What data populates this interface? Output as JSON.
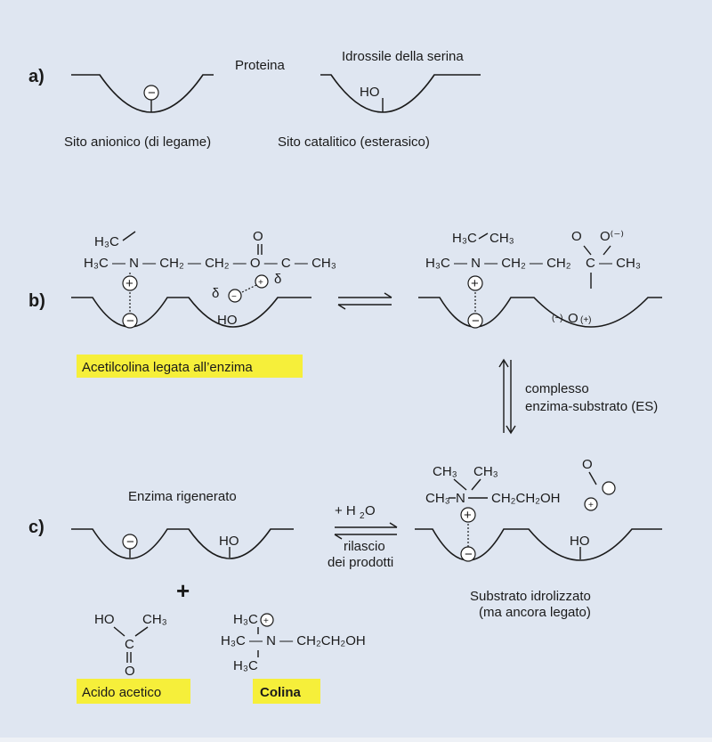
{
  "panels": {
    "a": "a)",
    "b": "b)",
    "c": "c)"
  },
  "labels": {
    "proteina": "Proteina",
    "idrossile": "Idrossile della serina",
    "sito_anionico": "Sito anionico (di legame)",
    "sito_catalitico": "Sito catalitico (esterasico)",
    "complesso_line1": "complesso",
    "complesso_line2": "enzima-substrato (ES)",
    "enzima_rigenerato": "Enzima rigenerato",
    "acqua": "+ H",
    "acqua_sub": "2",
    "acqua_o": "O",
    "rilascio_line1": "rilascio",
    "rilascio_line2": "dei prodotti",
    "substrato_line1": "Substrato idrolizzato",
    "substrato_line2": "(ma ancora legato)",
    "plus": "+"
  },
  "tags": {
    "acetilcolina": "Acetilcolina legata all’enzima",
    "acido_acetico": "Acido acetico",
    "colina": "Colina"
  },
  "chem": {
    "ho": "HO",
    "o": "O",
    "n": "N",
    "h3c": "H₃C",
    "ch3": "CH₃",
    "ch2": "CH₂",
    "h3c_n_ch2ch2": "H₃C — N — CH₂ — CH₂",
    "h3c_n_ch2ch2_o_c_ch3": "H₃C — N — CH₂ — CH₂ — O — C — CH₃",
    "h3c_n_ch2ch2oh": "H₃C — N — CH₂CH₂OH",
    "ch2ch2oh": "CH₂CH₂OH",
    "o_minus": "O⁽⁻⁾",
    "c_ch3": "C — CH₃",
    "delta": "δ",
    "plus_sign": "+",
    "minus_sign": "−",
    "minus_small": "(−)",
    "plus_small": "(+)"
  },
  "colors": {
    "tag": "#f6ef3a",
    "ink": "#1a1a1a",
    "background": "#dfe6f1"
  }
}
